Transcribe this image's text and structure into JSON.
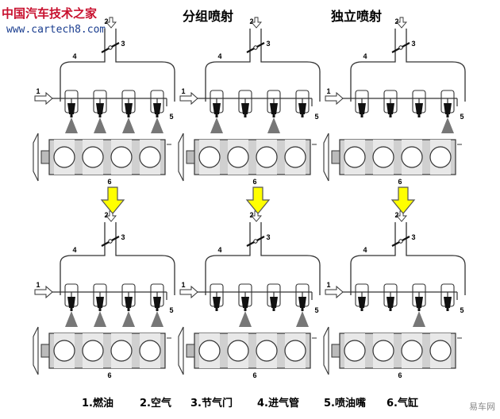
{
  "watermark": {
    "site_name": "中国汽车技术之家",
    "url": "www.cartech8.com"
  },
  "columns": [
    {
      "title": ""
    },
    {
      "title": "分组喷射"
    },
    {
      "title": "独立喷射"
    }
  ],
  "part_numbers": {
    "fuel": "1",
    "air": "2",
    "throttle": "3",
    "intake_manifold": "4",
    "injector": "5",
    "cylinder": "6"
  },
  "legend": [
    "1.燃油",
    "2.空气",
    "3.节气门",
    "4.进气管",
    "5.喷油嘴",
    "6.气缸"
  ],
  "corner_logo": "易车网",
  "colors": {
    "arrow_fill": "#ffff00",
    "arrow_stroke": "#555555",
    "block_fill": "#d0d0d0",
    "line": "#333333"
  },
  "spray_pattern": {
    "row1": [
      [
        true,
        true,
        true,
        true
      ],
      [
        true,
        false,
        true,
        false
      ],
      [
        false,
        false,
        false,
        true
      ]
    ],
    "row2": [
      [
        true,
        true,
        true,
        true
      ],
      [
        false,
        true,
        false,
        true
      ],
      [
        false,
        false,
        true,
        false
      ]
    ]
  }
}
